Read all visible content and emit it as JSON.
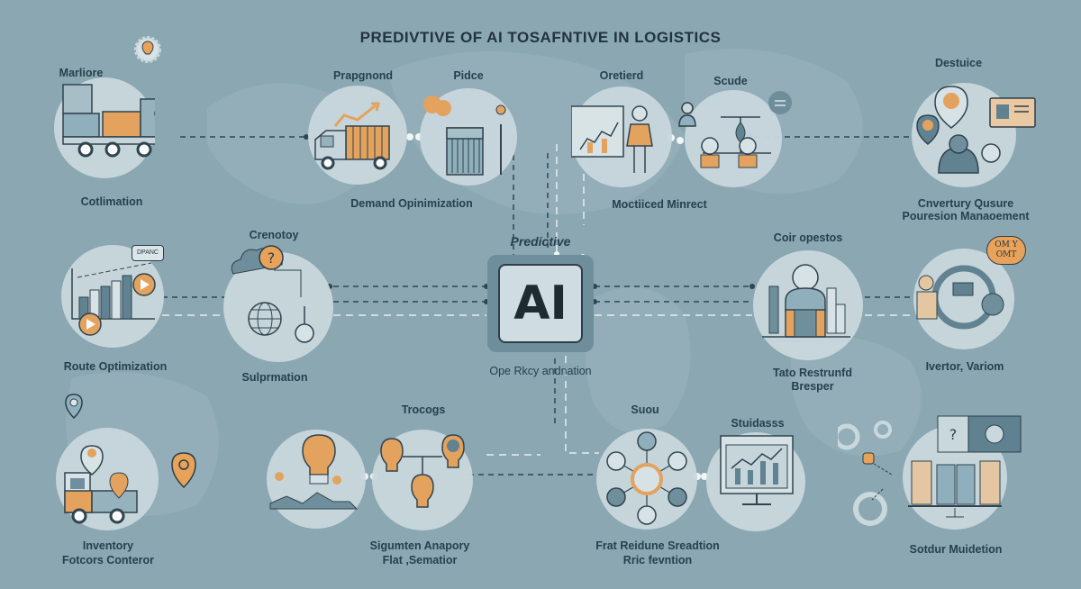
{
  "title": "PREDIVTIVE OF AI TOSAFNTIVE IN LOGISTICS",
  "colors": {
    "background": "#8aa7b2",
    "node_fill": "#c9d8dd",
    "accent_orange": "#e8a25a",
    "ink_dark": "#2c3f4a",
    "steel_blue": "#5f8190"
  },
  "center": {
    "top_label": "Predictive",
    "box_text": "AI",
    "bottom_label": "Ope Rkcy andnation"
  },
  "nodes": {
    "row1": [
      {
        "top": "Marliore",
        "bottom": "Cotlimation",
        "icon": "truck-with-boxes-icon"
      },
      {
        "top": "Prapgnond",
        "icon": "delivery-truck-growth-icon"
      },
      {
        "top": "Pidce",
        "icon": "warehouse-cloud-icon"
      },
      {
        "group_label": "Demand Opinimization"
      },
      {
        "top": "Oretierd",
        "icon": "analyst-chart-icon"
      },
      {
        "top": "Scude",
        "icon": "team-network-icon"
      },
      {
        "group_label": "Moctiiced Minrect"
      },
      {
        "top": "Destuice",
        "bottom_line1": "Cnvertury Qusure",
        "bottom_line2": "Pouresion Manaoement",
        "icon": "location-people-icon"
      }
    ],
    "row2": [
      {
        "bottom": "Route Optimization",
        "icon": "bar-chart-play-icon",
        "bubble": "DPANC"
      },
      {
        "top": "Crenotoy",
        "bottom": "Sulprmation",
        "icon": "globe-question-icon"
      },
      {
        "top": "Coir opestos",
        "bottom_line1": "Tato Restrunfd",
        "bottom_line2": "Bresper",
        "icon": "manager-desk-icon"
      },
      {
        "bottom": "Ivertor, Variom",
        "icon": "worker-inventory-icon",
        "bubble_line1": "OM Y",
        "bubble_line2": "OMT"
      }
    ],
    "row3": [
      {
        "bottom_line1": "Inventory",
        "bottom_line2": "Fotcors Conteror",
        "icon": "truck-location-icon"
      },
      {
        "top": "Trocogs",
        "icon": "lightbulb-ideas-icon"
      },
      {
        "group_line1": "Sigumten Anapory",
        "group_line2": "Flat ,Sematior"
      },
      {
        "top": "Suou",
        "icon": "people-network-icon"
      },
      {
        "top": "Stuidasss",
        "icon": "monitor-chart-icon"
      },
      {
        "group_line1": "Frat Reidune Sreadtion",
        "group_line2": "Rric fevntion"
      },
      {
        "bottom": "Sotdur Muidetion",
        "icon": "dashboard-screen-icon"
      }
    ]
  }
}
